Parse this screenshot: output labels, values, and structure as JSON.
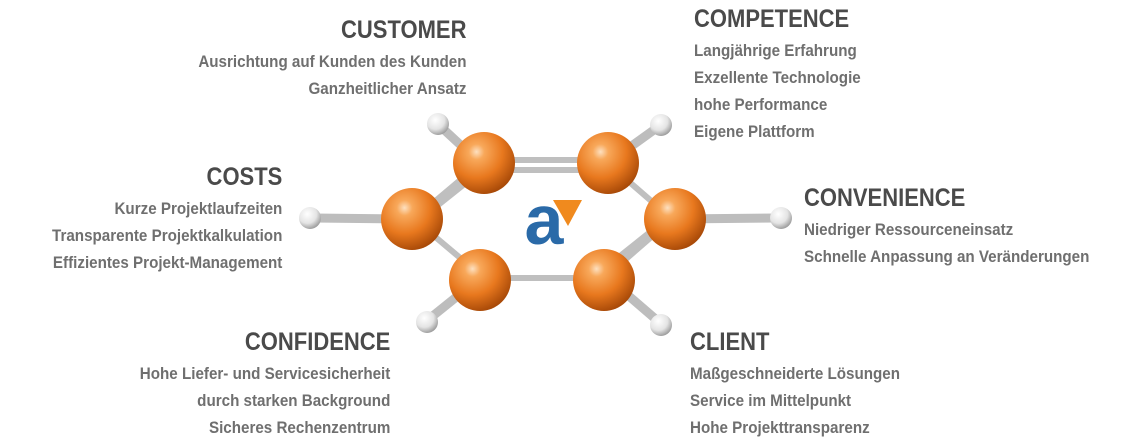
{
  "customer": {
    "title": "CUSTOMER",
    "lines": [
      "Ausrichtung auf Kunden des Kunden",
      "Ganzheitlicher Ansatz"
    ]
  },
  "competence": {
    "title": "COMPETENCE",
    "lines": [
      "Langjährige Erfahrung",
      "Exzellente Technologie",
      "hohe Performance",
      "Eigene Plattform"
    ]
  },
  "costs": {
    "title": "COSTS",
    "lines": [
      "Kurze Projektlaufzeiten",
      "Transparente Projektkalkulation",
      "Effizientes Projekt-Management"
    ]
  },
  "convenience": {
    "title": "CONVENIENCE",
    "lines": [
      "Niedriger Ressourceneinsatz",
      "Schnelle Anpassung an Veränderungen"
    ]
  },
  "confidence": {
    "title": "CONFIDENCE",
    "lines": [
      "Hohe Liefer- und Servicesicherheit",
      "durch starken Background",
      "Sicheres Rechenzentrum"
    ]
  },
  "client": {
    "title": "CLIENT",
    "lines": [
      "Maßgeschneiderte Lösungen",
      "Service im Mittelpunkt",
      "Hohe Projekttransparenz"
    ]
  },
  "logo": {
    "letter": "a"
  },
  "colors": {
    "atom_orange": "#e8781e",
    "bond_grey": "#c8c8c8",
    "logo_blue": "#2a6aa8",
    "logo_orange": "#f08a1e"
  }
}
